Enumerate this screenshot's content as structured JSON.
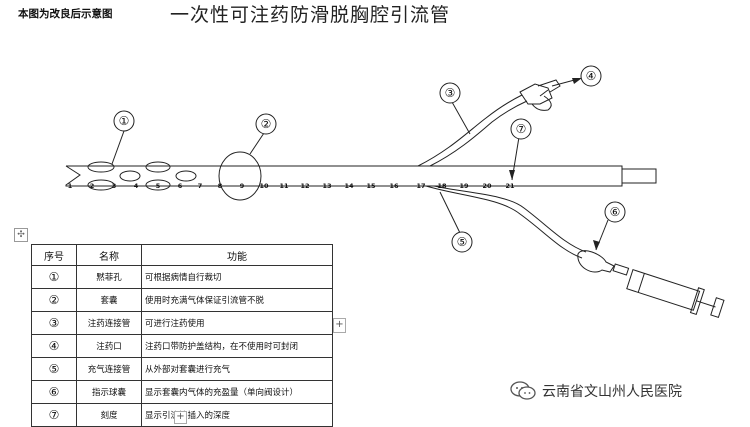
{
  "header": {
    "note": "本图为改良后示意图",
    "title": "一次性可注药防滑脱胸腔引流管"
  },
  "scale_marks": [
    "1",
    "2",
    "3",
    "4",
    "5",
    "6",
    "7",
    "8",
    "9",
    "10",
    "11",
    "12",
    "13",
    "14",
    "15",
    "16",
    "17",
    "18",
    "19",
    "20",
    "21"
  ],
  "callouts": [
    "①",
    "②",
    "③",
    "④",
    "⑤",
    "⑥",
    "⑦"
  ],
  "table": {
    "headers": [
      "序号",
      "名称",
      "功能"
    ],
    "rows": [
      [
        "①",
        "黙菲孔",
        "可根据病情自行裁切"
      ],
      [
        "②",
        "套囊",
        "使用时充满气体保证引流管不脱"
      ],
      [
        "③",
        "注药连接管",
        "可进行注药使用"
      ],
      [
        "④",
        "注药口",
        "注药口带防护盖结构，在不使用时可封闭"
      ],
      [
        "⑤",
        "充气连接管",
        "从外部对套囊进行充气"
      ],
      [
        "⑥",
        "指示球囊",
        "显示套囊内气体的充盈量（单向阀设计）"
      ],
      [
        "⑦",
        "刻度",
        "显示引流管插入的深度"
      ]
    ]
  },
  "watermark": {
    "text": "云南省文山州人民医院",
    "icon": "wechat-icon"
  }
}
